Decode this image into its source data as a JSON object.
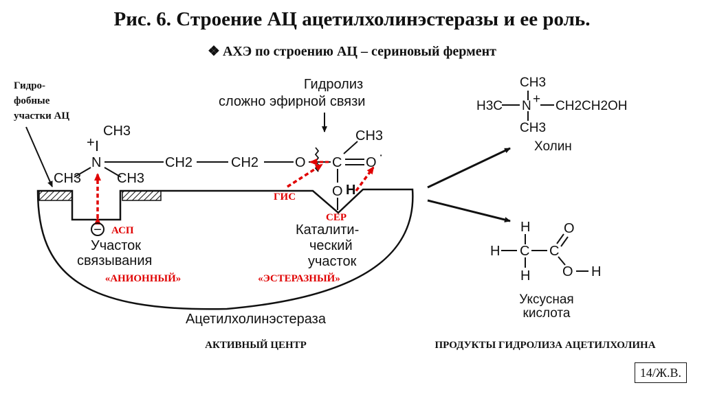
{
  "title": "Рис. 6. Строение АЦ ацетилхолинэстеразы и ее роль.",
  "subtitle": "АХЭ по строению АЦ – сериновый фермент",
  "hydrophobic_label": [
    "Гидро-",
    "фобные",
    "участки АЦ"
  ],
  "hydrolysis_label": [
    "Гидролиз",
    "сложно",
    "эфирной связи"
  ],
  "molecule": {
    "ch3_top": "CH3",
    "n_plus": "N",
    "ch3_left": "CH3",
    "ch3_right": "CH3",
    "ch2_a": "CH2",
    "ch2_b": "CH2",
    "o_ester": "O",
    "c_carbonyl": "C",
    "o_carbonyl": "O",
    "ch3_acyl": "CH3"
  },
  "enzyme": {
    "anion_sign": "−",
    "asp_label": "АСП",
    "binding_site": [
      "Участок",
      "связывания"
    ],
    "anionic": "«АНИОННЫЙ»",
    "his_label": "ГИС",
    "ser_o": "O",
    "ser_h": "H",
    "ser_label": "СЕР",
    "catalytic_site": [
      "Каталити-",
      "ческий",
      "участок"
    ],
    "esterase": "«ЭСТЕРАЗНЫЙ»",
    "enzyme_name": "Ацетилхолинэстераза"
  },
  "active_center_caption": "АКТИВНЫЙ ЦЕНТР",
  "choline": {
    "ch3_top": "CH3",
    "h3c": "H3C",
    "n_plus": "N",
    "ch2ch2oh": "CH2CH2OH",
    "ch3_bottom": "CH3",
    "name": "Холин"
  },
  "acetic_acid": {
    "h_top": "H",
    "h_left": "H",
    "c1": "C",
    "c2": "C",
    "o_double": "O",
    "o_h": "O",
    "h_right": "H",
    "h_bottom": "H",
    "name": [
      "Уксусная",
      "кислота"
    ]
  },
  "products_caption": "ПРОДУКТЫ ГИДРОЛИЗА АЦЕТИЛХОЛИНА",
  "page_number": "14/Ж.В.",
  "colors": {
    "red_accent": "#e00000",
    "ink": "#111111"
  }
}
